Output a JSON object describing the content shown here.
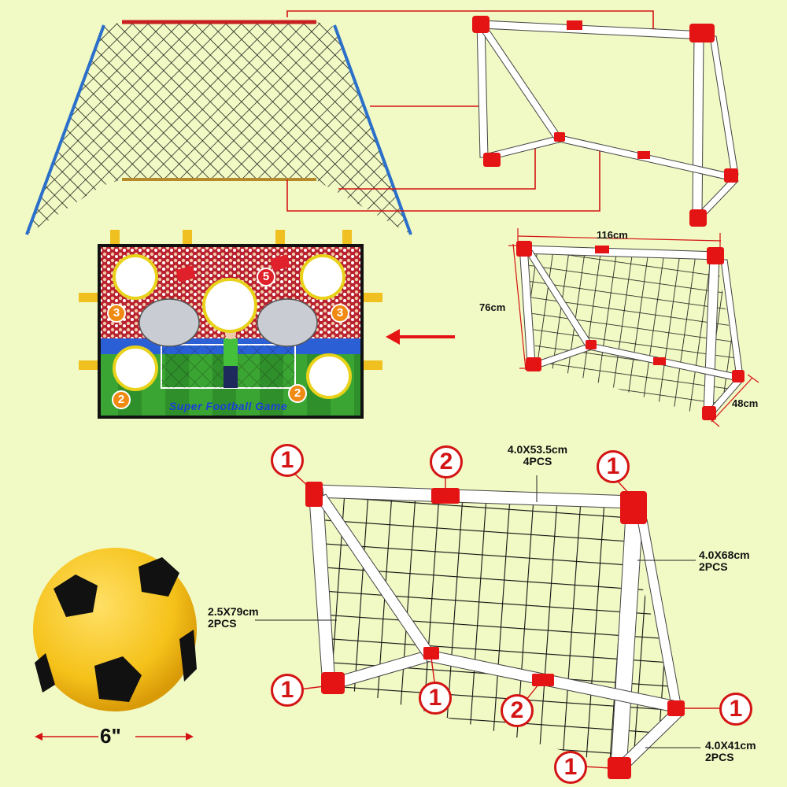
{
  "colors": {
    "background": "#f1f9c4",
    "pole": "#ffffff",
    "connector": "#e41414",
    "net": "#101010",
    "callout_line": "#d41414",
    "ball": "#f5c21a",
    "target_banner": "#c81f2f",
    "grass": "#3aa532",
    "strap": "#f0c020"
  },
  "icons": [
    "goal-net-icon",
    "goal-frame-icon",
    "target-banner-icon",
    "soccer-ball-icon",
    "arrow-left-icon"
  ],
  "dimensions": {
    "width": "116cm",
    "height": "76cm",
    "depth": "48cm"
  },
  "ball": {
    "size": "6\""
  },
  "target_banner": {
    "title": "Super Football Game",
    "holes": [
      "5",
      "3",
      "3",
      "2",
      "2"
    ]
  },
  "parts": [
    {
      "spec": "4.0X53.5cm",
      "qty": "4PCS"
    },
    {
      "spec": "4.0X68cm",
      "qty": "2PCS"
    },
    {
      "spec": "2.5X79cm",
      "qty": "2PCS"
    },
    {
      "spec": "4.0X41cm",
      "qty": "2PCS"
    }
  ],
  "connectors": [
    "1",
    "2",
    "1",
    "1",
    "1",
    "2",
    "1",
    "1"
  ]
}
